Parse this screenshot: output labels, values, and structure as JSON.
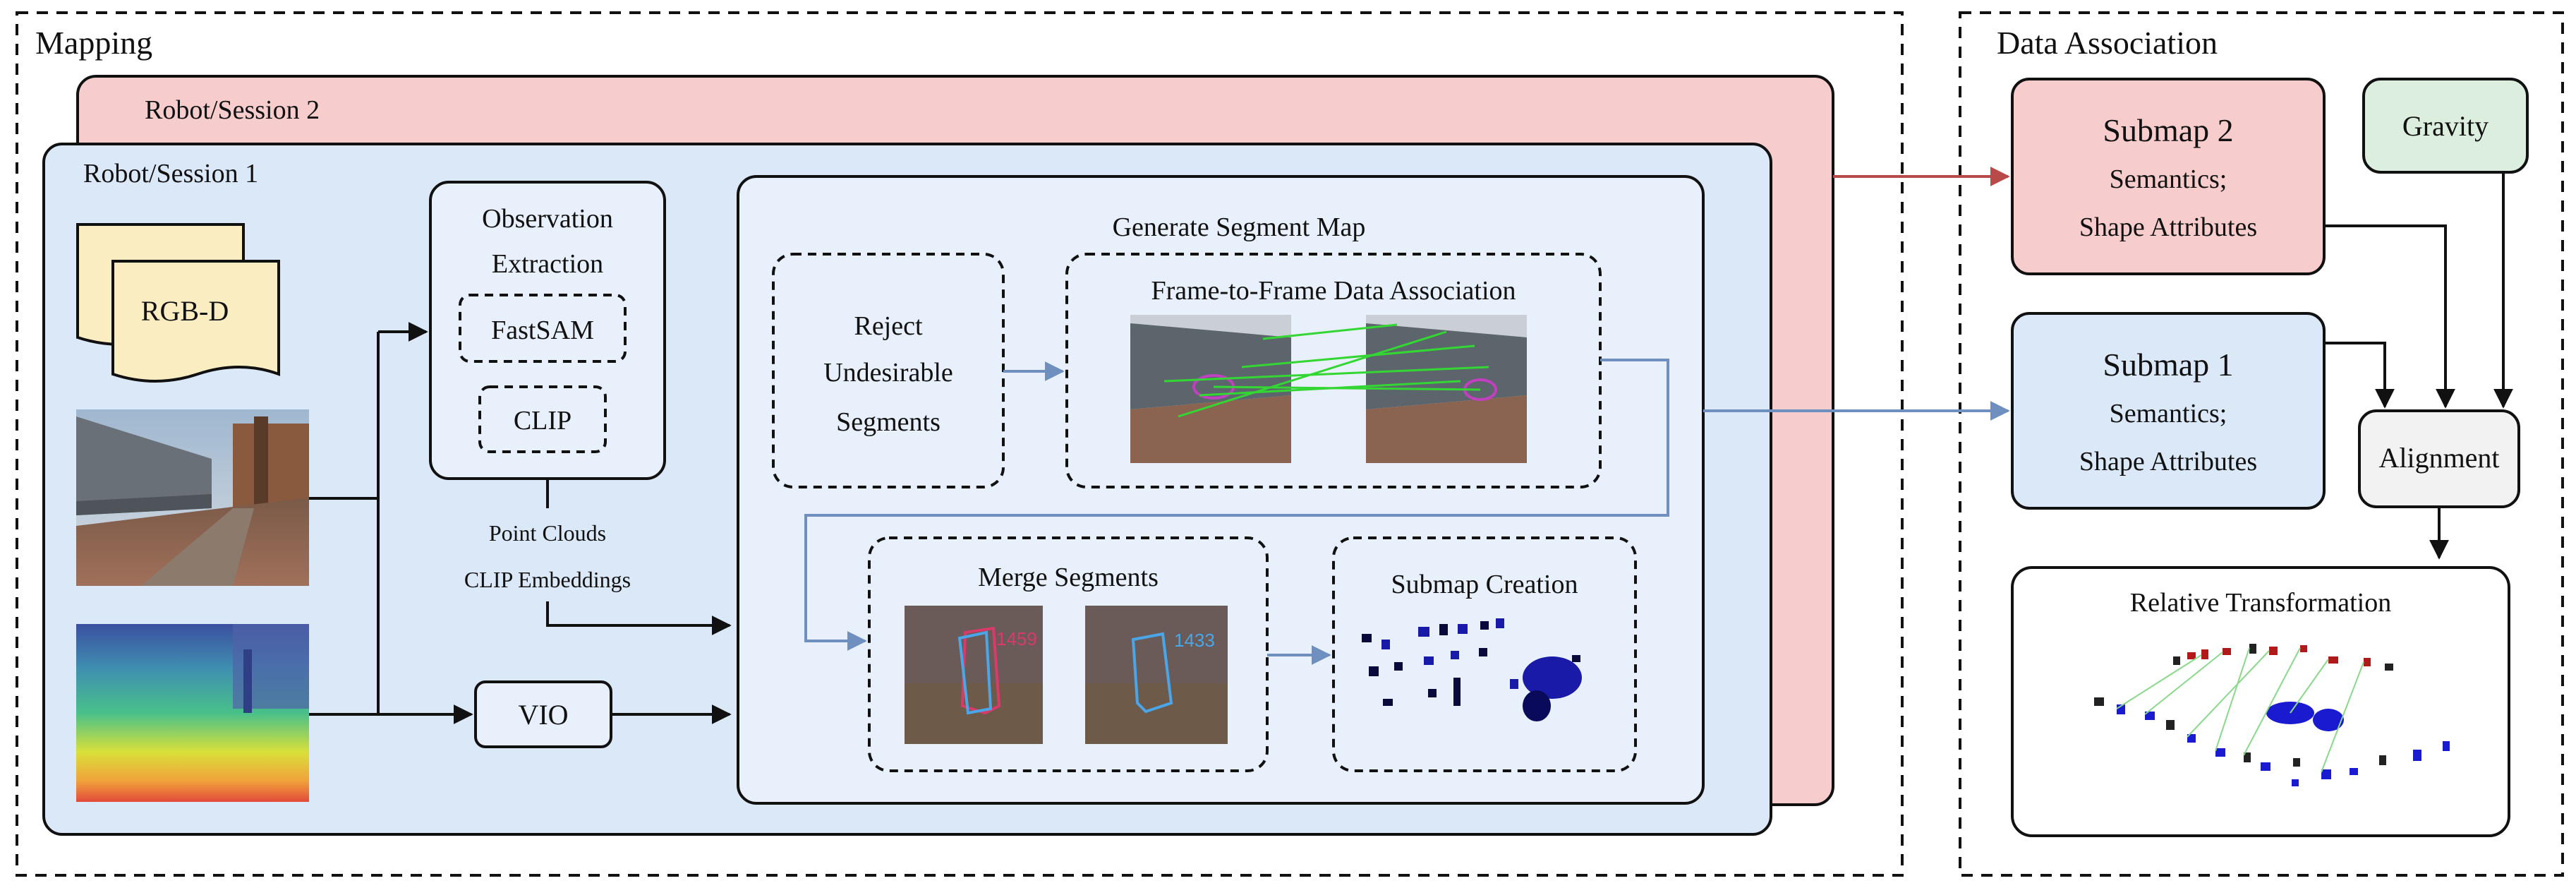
{
  "panels": {
    "mapping": {
      "title": "Mapping"
    },
    "data_association": {
      "title": "Data Association"
    }
  },
  "sessions": {
    "session2": {
      "label": "Robot/Session 2",
      "color": "#f7cccc"
    },
    "session1": {
      "label": "Robot/Session 1",
      "color": "#dbe8f8"
    }
  },
  "inputs": {
    "rgbd_label": "RGB-D"
  },
  "observation": {
    "title_line1": "Observation",
    "title_line2": "Extraction",
    "fastsam": "FastSAM",
    "clip": "CLIP",
    "output_line1": "Point Clouds",
    "output_line2": "CLIP Embeddings"
  },
  "vio": {
    "label": "VIO"
  },
  "segment_map": {
    "title": "Generate Segment Map",
    "reject_line1": "Reject",
    "reject_line2": "Undesirable",
    "reject_line3": "Segments",
    "f2f_title": "Frame-to-Frame Data Association",
    "merge_title": "Merge  Segments",
    "merge_id_left": "1459",
    "merge_id_right": "1433",
    "submap_creation": "Submap Creation"
  },
  "association": {
    "submap2": {
      "title": "Submap 2",
      "line1": "Semantics;",
      "line2": "Shape Attributes",
      "color": "#f7cccc"
    },
    "submap1": {
      "title": "Submap 1",
      "line1": "Semantics;",
      "line2": "Shape Attributes",
      "color": "#dbe8f8"
    },
    "gravity": {
      "label": "Gravity",
      "color": "#dceedd"
    },
    "alignment": {
      "label": "Alignment",
      "color": "#f2f2f2"
    },
    "relative_transformation": {
      "title": "Relative Transformation"
    }
  },
  "colors": {
    "session2_arrow": "#b84a4a",
    "session1_arrow": "#6f8fbf",
    "inner_panel": "#e8f0fb"
  }
}
